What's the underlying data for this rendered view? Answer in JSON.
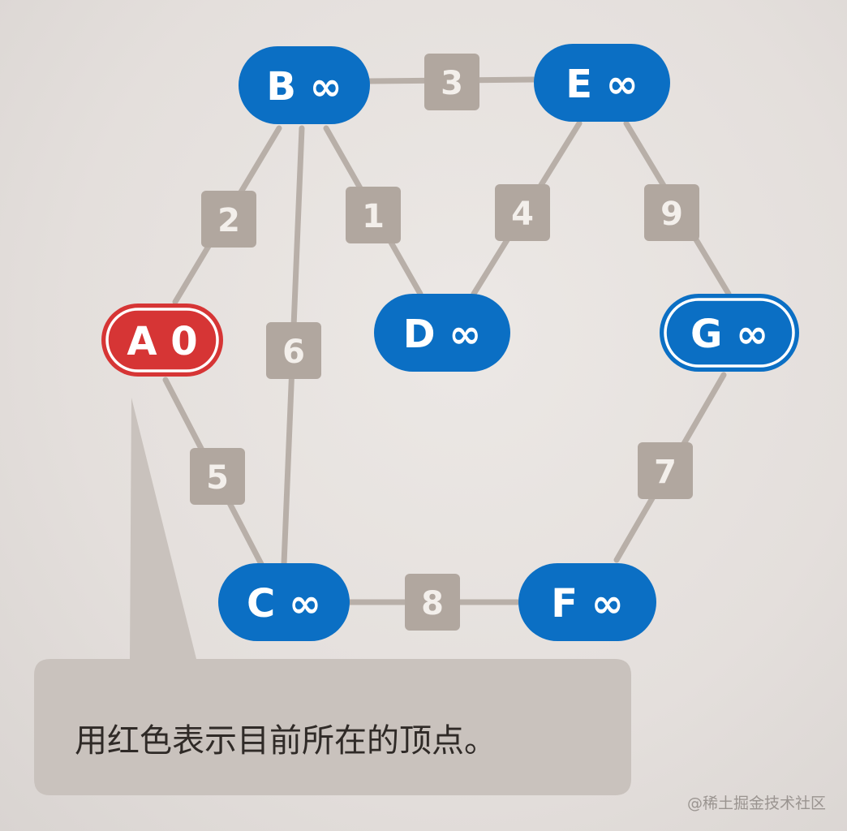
{
  "diagram": {
    "nodes": [
      {
        "id": "B",
        "label": "B ∞",
        "state": "unvisited"
      },
      {
        "id": "E",
        "label": "E ∞",
        "state": "unvisited"
      },
      {
        "id": "A",
        "label": "A 0",
        "state": "current"
      },
      {
        "id": "D",
        "label": "D ∞",
        "state": "unvisited"
      },
      {
        "id": "G",
        "label": "G ∞",
        "state": "target"
      },
      {
        "id": "C",
        "label": "C ∞",
        "state": "unvisited"
      },
      {
        "id": "F",
        "label": "F ∞",
        "state": "unvisited"
      }
    ],
    "edges": [
      {
        "from": "B",
        "to": "E",
        "weight": "3"
      },
      {
        "from": "A",
        "to": "B",
        "weight": "2"
      },
      {
        "from": "B",
        "to": "D",
        "weight": "1"
      },
      {
        "from": "B",
        "to": "C",
        "weight": "6"
      },
      {
        "from": "E",
        "to": "D",
        "weight": "4"
      },
      {
        "from": "E",
        "to": "G",
        "weight": "9"
      },
      {
        "from": "A",
        "to": "C",
        "weight": "5"
      },
      {
        "from": "G",
        "to": "F",
        "weight": "7"
      },
      {
        "from": "C",
        "to": "F",
        "weight": "8"
      }
    ]
  },
  "callout": {
    "text": "用红色表示目前所在的顶点。"
  },
  "watermark": {
    "text": "@稀土掘金技术社区"
  },
  "colors": {
    "node_blue": "#0b6fc4",
    "node_red": "#d63535",
    "edge_gray": "#b8afa8",
    "weight_box": "#b1a79f",
    "callout_gray": "#c9c2bd"
  }
}
